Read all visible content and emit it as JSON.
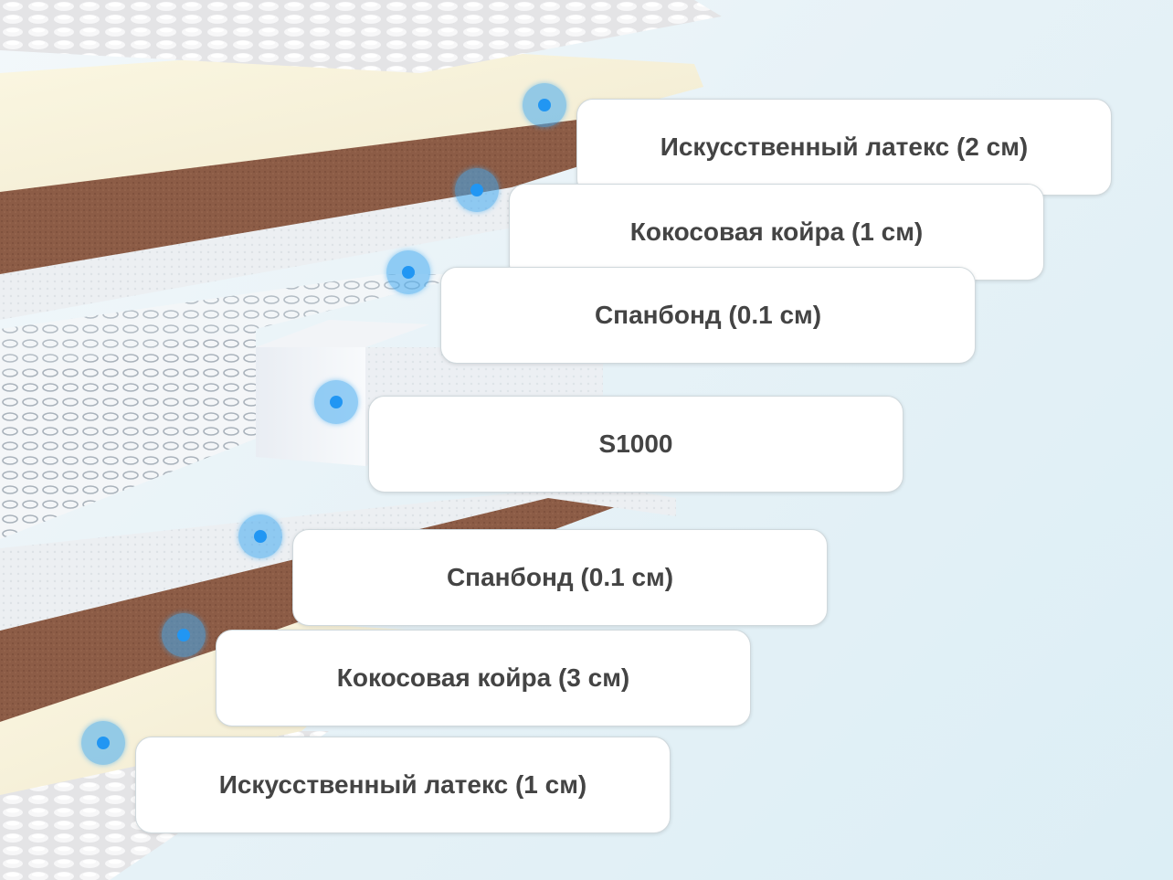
{
  "colors": {
    "coir": "#8a5a44",
    "latex": "#f6f1d6",
    "spunbond": "#eef1f4",
    "marker": "#2196f3",
    "label_text": "#444444"
  },
  "layers": [
    {
      "label": "Искусственный латекс (2 см)"
    },
    {
      "label": "Кокосовая койра (1 см)"
    },
    {
      "label": "Спанбонд (0.1 см)"
    },
    {
      "label": "S1000"
    },
    {
      "label": "Спанбонд (0.1 см)"
    },
    {
      "label": "Кокосовая койра (3 см)"
    },
    {
      "label": "Искусственный латекс (1 см)"
    }
  ]
}
